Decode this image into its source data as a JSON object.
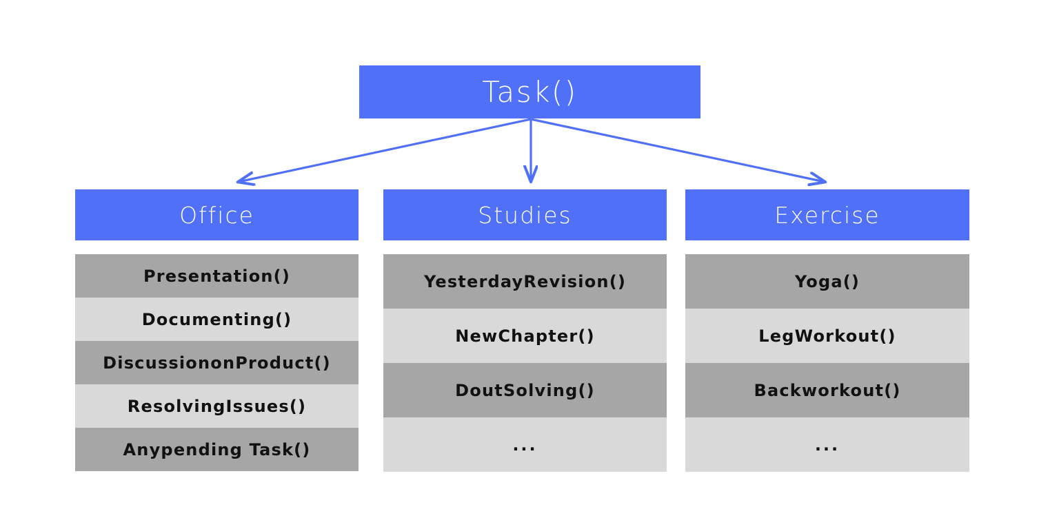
{
  "diagram": {
    "title": "Task()",
    "root": {
      "label": "Task()",
      "color": "#4F70F7",
      "text_color": "#FFFFFF"
    },
    "palette": {
      "node_blue": "#4F70F7",
      "row_dark_gray": "#A6A6A6",
      "row_light_gray": "#D9D9D9",
      "arrow_blue": "#4F70F7",
      "background": "#FFFFFF",
      "item_text": "#111111"
    },
    "columns": [
      {
        "id": "office",
        "header": "Office",
        "items": [
          {
            "label": "Presentation()",
            "shade": "dark"
          },
          {
            "label": "Documenting()",
            "shade": "light"
          },
          {
            "label": "DiscussiononProduct()",
            "shade": "dark"
          },
          {
            "label": "ResolvingIssues()",
            "shade": "light"
          },
          {
            "label": "Anypending Task()",
            "shade": "dark"
          }
        ]
      },
      {
        "id": "studies",
        "header": "Studies",
        "items": [
          {
            "label": "YesterdayRevision()",
            "shade": "dark"
          },
          {
            "label": "NewChapter()",
            "shade": "light"
          },
          {
            "label": "DoutSolving()",
            "shade": "dark"
          },
          {
            "label": "...",
            "shade": "light"
          }
        ]
      },
      {
        "id": "exercise",
        "header": "Exercise",
        "items": [
          {
            "label": "Yoga()",
            "shade": "dark"
          },
          {
            "label": "LegWorkout()",
            "shade": "light"
          },
          {
            "label": "Backworkout()",
            "shade": "dark"
          },
          {
            "label": "...",
            "shade": "light"
          }
        ]
      }
    ],
    "connectors": [
      {
        "id": "task-to-office",
        "from": "Task()",
        "to": "Office",
        "icon": "arrow-icon"
      },
      {
        "id": "task-to-studies",
        "from": "Task()",
        "to": "Studies",
        "icon": "arrow-icon"
      },
      {
        "id": "task-to-exercise",
        "from": "Task()",
        "to": "Exercise",
        "icon": "arrow-icon"
      }
    ]
  }
}
